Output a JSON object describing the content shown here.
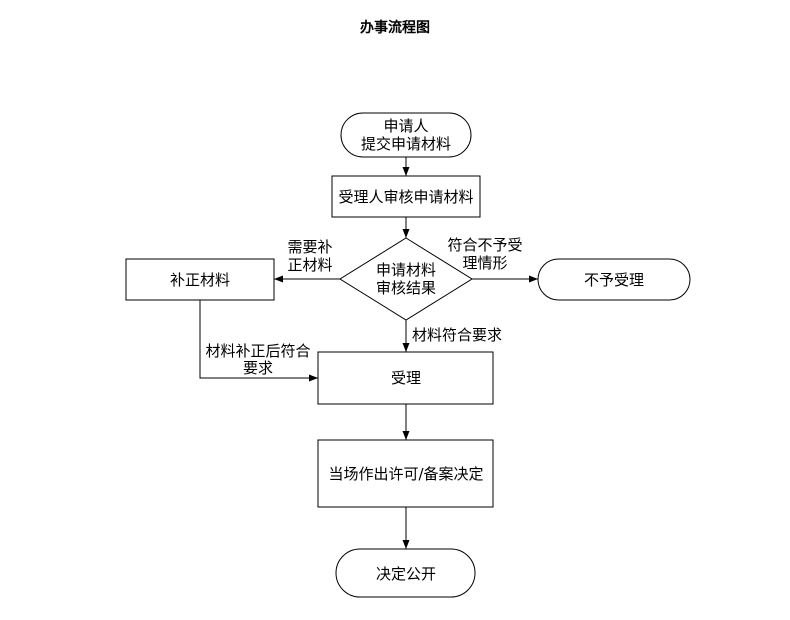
{
  "title": "办事流程图",
  "nodes": {
    "submit": {
      "lines": [
        "申请人",
        "提交申请材料"
      ]
    },
    "review": {
      "lines": [
        "受理人审核申请材料"
      ]
    },
    "decision": {
      "lines": [
        "申请材料",
        "审核结果"
      ]
    },
    "supplement": {
      "lines": [
        "补正材料"
      ]
    },
    "reject": {
      "lines": [
        "不予受理"
      ]
    },
    "accept": {
      "lines": [
        "受理"
      ]
    },
    "decide": {
      "lines": [
        "当场作出许可/备案决定"
      ]
    },
    "publish": {
      "lines": [
        "决定公开"
      ]
    }
  },
  "edge_labels": {
    "decision_to_supplement": [
      "需要补",
      "正材料"
    ],
    "decision_to_reject": [
      "符合不予受",
      "理情形"
    ],
    "decision_to_accept": [
      "材料符合要求"
    ],
    "supplement_to_accept": [
      "材料补正后符合",
      "要求"
    ]
  }
}
